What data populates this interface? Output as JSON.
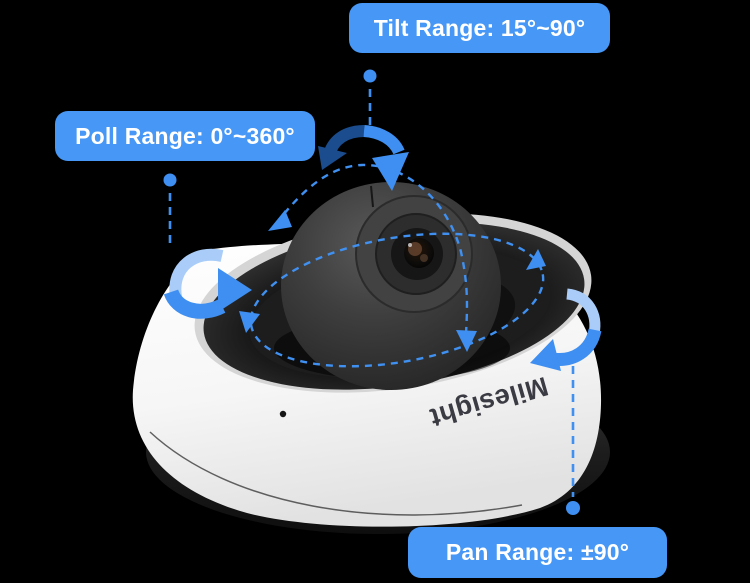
{
  "diagram": {
    "background": "#000000",
    "callouts": {
      "tilt": {
        "label": "Tilt Range: 15°~90°"
      },
      "roll": {
        "label": "Poll Range: 0°~360°"
      },
      "pan": {
        "label": "Pan Range: ±90°"
      }
    },
    "camera": {
      "brand": "Milesight"
    },
    "colors": {
      "callout_bg": "#4697F6",
      "callout_text": "#FFFFFF",
      "arrow_bright": "#3E8FF1",
      "arrow_light": "#A9CDF8",
      "arrow_dark": "#1B4D8E",
      "dash_blue": "#3F90F0",
      "body_white": "#F4F4F4",
      "base_dark": "#1B1B1B",
      "head_gray": "#3A3A3A"
    },
    "icons": {
      "tilt_arrow": "double-curved-rotation-arrow",
      "roll_arrow": "circular-rotation-arrow",
      "pan_arrow": "curved-rotation-arrow",
      "connector_dot": "line-endpoint-dot"
    }
  }
}
